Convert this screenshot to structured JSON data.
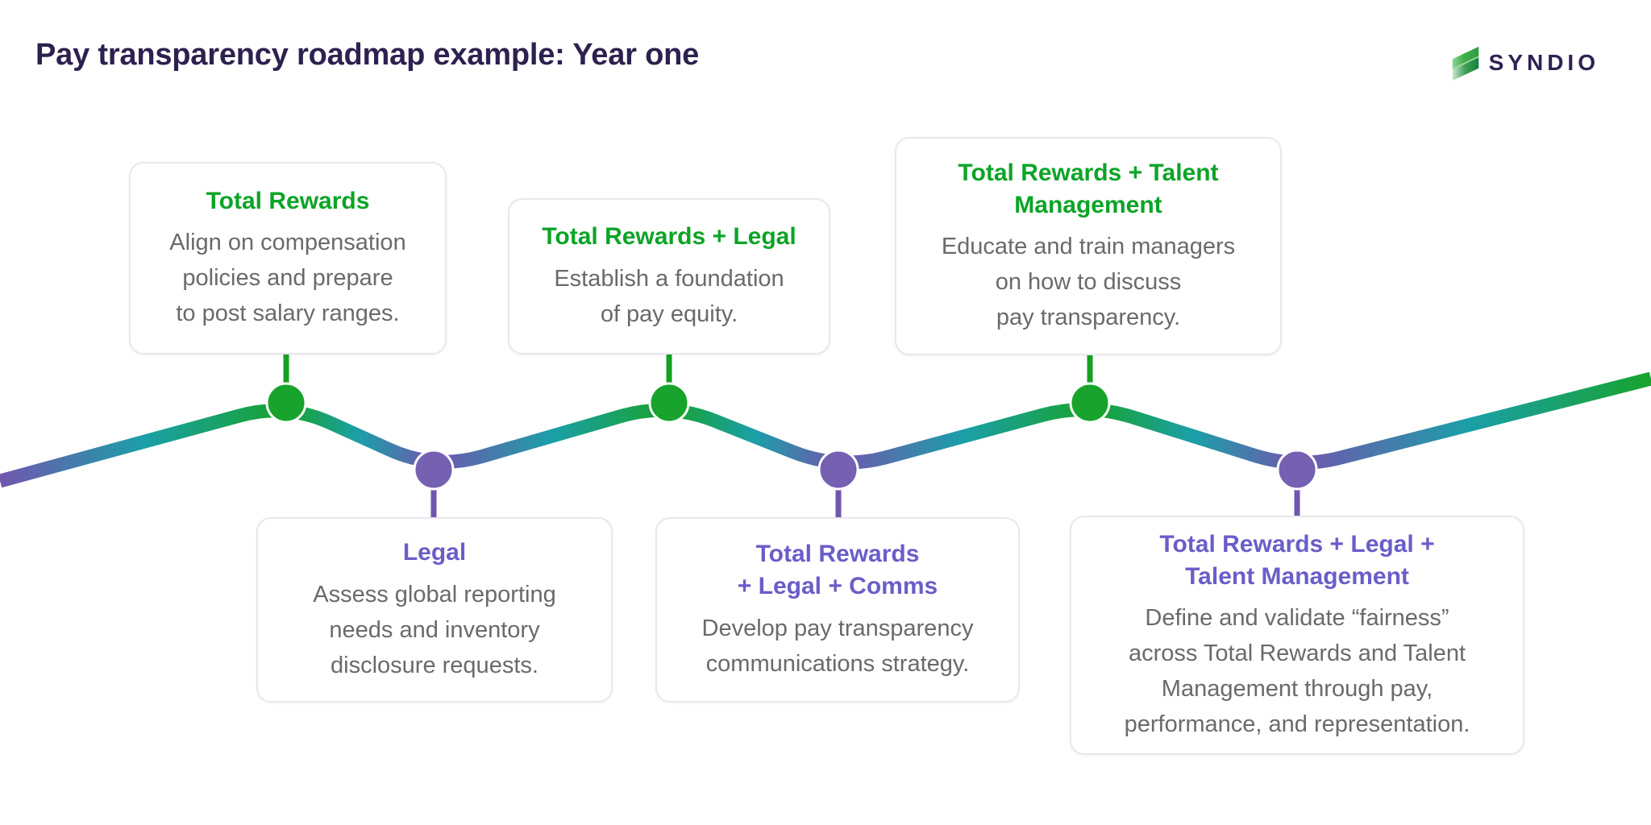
{
  "page": {
    "title": "Pay transparency roadmap example: Year one"
  },
  "brand": {
    "name": "SYNDIO"
  },
  "colors": {
    "heading_dark": "#2D2150",
    "body_gray": "#6A6A6C",
    "green_accent": "#0CA426",
    "purple_accent": "#6A5DC9",
    "line_green": "#18A32D",
    "line_teal": "#1B9FA8",
    "line_purple": "#7156AF",
    "dot_green": "#18A32D",
    "dot_purple": "#7560B2",
    "card_border": "#E8E8ED"
  },
  "milestones": [
    {
      "row": "top",
      "accent": "green",
      "title": "Total Rewards",
      "description": "Align on compensation\npolicies and prepare\nto post salary ranges."
    },
    {
      "row": "top",
      "accent": "green",
      "title": "Total Rewards + Legal",
      "description": "Establish a foundation\nof pay equity."
    },
    {
      "row": "top",
      "accent": "green",
      "title": "Total Rewards + Talent\nManagement",
      "description": "Educate and train managers\non how to discuss\npay transparency."
    },
    {
      "row": "bottom",
      "accent": "purple",
      "title": "Legal",
      "description": "Assess global reporting\nneeds and inventory\ndisclosure requests."
    },
    {
      "row": "bottom",
      "accent": "purple",
      "title": "Total Rewards\n+ Legal + Comms",
      "description": "Develop pay transparency\ncommunications strategy."
    },
    {
      "row": "bottom",
      "accent": "purple",
      "title": "Total Rewards + Legal +\nTalent Management",
      "description": "Define and validate “fairness”\nacross Total Rewards and Talent\nManagement through pay,\nperformance, and representation."
    }
  ]
}
